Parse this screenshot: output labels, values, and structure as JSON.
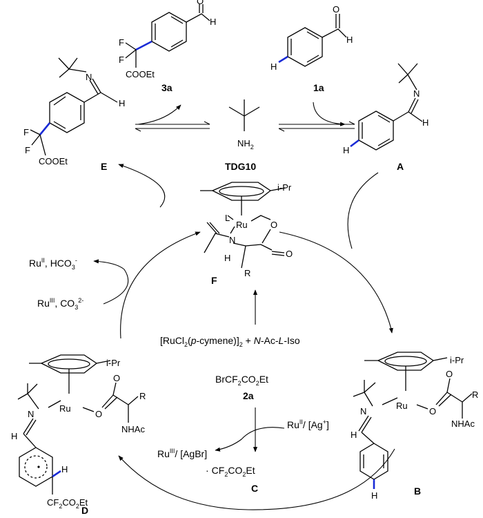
{
  "diagram": {
    "compounds": {
      "c3a": {
        "F1": "F",
        "F2": "F",
        "ester": "COOEt",
        "O": "O",
        "H": "H",
        "label": "3a"
      },
      "c1a": {
        "O": "O",
        "H": "H",
        "Hblue": "H",
        "label": "1a"
      },
      "cE": {
        "N": "N",
        "H": "H",
        "F1": "F",
        "F2": "F",
        "ester": "COOEt",
        "label": "E"
      },
      "tdg": {
        "amine": "NH",
        "amine_sub": "2",
        "label": "TDG10"
      },
      "cA": {
        "N": "N",
        "H": "H",
        "Hblue": "H",
        "label": "A"
      },
      "cF": {
        "ipr": "i-Pr",
        "L": "L",
        "Ru": "Ru",
        "O": "O",
        "N": "N",
        "H": "H",
        "O2": "O",
        "R": "R",
        "label": "F"
      },
      "cB": {
        "ipr": "i-Pr",
        "N": "N",
        "Ru": "Ru",
        "O": "O",
        "O2": "O",
        "R": "R",
        "H": "H",
        "nhac": "NHAc",
        "Hblue": "H",
        "label": "B"
      },
      "cD": {
        "ipr": "i-Pr",
        "N": "N",
        "Ru": "Ru",
        "O": "O",
        "O2": "O",
        "R": "R",
        "H": "H",
        "nhac": "NHAc",
        "Hring": "H",
        "cf2": "CF",
        "cf2_sub": "2",
        "cf2_tail": "CO",
        "cf2_sub2": "2",
        "cf2_end": "Et",
        "label": "D"
      },
      "c2a": {
        "a": "BrCF",
        "b": "2",
        "c": "CO",
        "d": "2",
        "e": "Et",
        "label": "2a"
      },
      "cC": {
        "dot": "·",
        "a": "CF",
        "b": "2",
        "c": "CO",
        "d": "2",
        "e": "Et",
        "label": "C"
      }
    },
    "reagents": {
      "precat_a": "[RuCl",
      "precat_b": "2",
      "precat_c": "(",
      "precat_d": "p",
      "precat_e": "-cymene)",
      "precat_f": "]",
      "precat_g": "2",
      "precat_h": " + ",
      "precat_i": "N",
      "precat_j": "-Ac-",
      "precat_k": "L",
      "precat_l": "-Iso",
      "ox_ru": "Ru",
      "ox_ru_sup": "II",
      "ox_ag": "/ [Ag",
      "ox_ag_sup": "+",
      "ox_end": "]",
      "red_ru": "Ru",
      "red_ru_sup": "III",
      "red_end": "/ [AgBr]",
      "base_ru": "Ru",
      "base_ru_sup": "III",
      "base_mid": ", CO",
      "base_sub": "3",
      "base_sup": "2-",
      "out_ru": "Ru",
      "out_ru_sup": "II",
      "out_mid": ", HCO",
      "out_sub": "3",
      "out_sup": "-"
    },
    "colors": {
      "highlight": "#1a2bd6",
      "ink": "#000000",
      "background": "#ffffff"
    }
  }
}
